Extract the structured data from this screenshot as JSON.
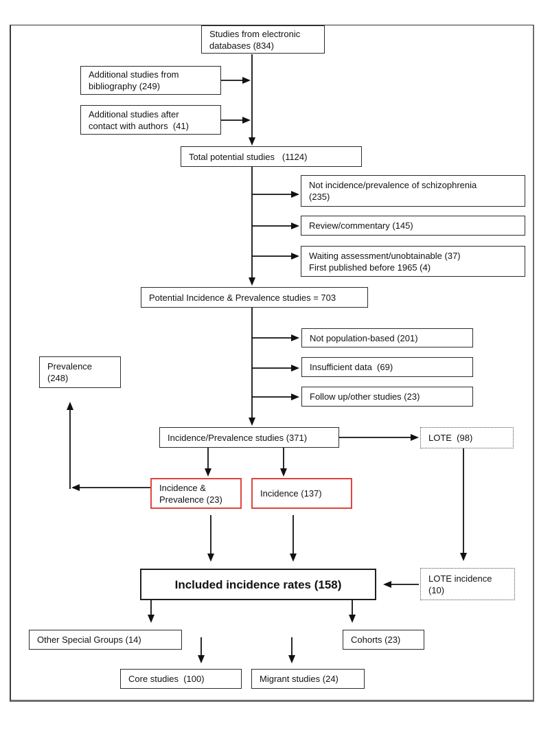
{
  "diagram": {
    "type": "flowchart",
    "topic": "Study selection flow for incidence and prevalence studies of schizophrenia",
    "colors": {
      "box_border": "#2b2b2b",
      "highlight_red": "#e0433e",
      "arrow": "#111111",
      "background": "#ffffff"
    },
    "nodes": {
      "studies_electronic": {
        "label": "Studies from electronic\ndatabases (834)"
      },
      "additional_bibliography": {
        "label": "Additional studies from\nbibliography (249)"
      },
      "additional_authors": {
        "label": "Additional studies after\ncontact with authors  (41)"
      },
      "total_potential": {
        "label": "Total potential studies   (1124)"
      },
      "not_incidence_prevalence": {
        "label": "Not incidence/prevalence of schizophrenia\n(235)"
      },
      "review_commentary": {
        "label": "Review/commentary (145)"
      },
      "waiting_assessment": {
        "label": "Waiting assessment/unobtainable (37)\nFirst published before 1965 (4)"
      },
      "potential_ip_703": {
        "label": "Potential Incidence & Prevalence studies = 703"
      },
      "not_population_based": {
        "label": "Not population-based (201)"
      },
      "insufficient_data": {
        "label": "Insufficient data  (69)"
      },
      "follow_up_other": {
        "label": "Follow up/other studies (23)"
      },
      "prevalence_248": {
        "label": "Prevalence\n(248)"
      },
      "ip_studies_371": {
        "label": "Incidence/Prevalence studies (371)"
      },
      "lote_98": {
        "label": "LOTE  (98)"
      },
      "incidence_and_prevalence_23": {
        "label": "Incidence &\nPrevalence (23)"
      },
      "incidence_137": {
        "label": "Incidence (137)"
      },
      "included_158": {
        "label": "Included incidence rates (158)"
      },
      "lote_incidence_10": {
        "label": "LOTE incidence\n(10)"
      },
      "other_special_groups_14": {
        "label": "Other Special Groups (14)"
      },
      "cohorts_23": {
        "label": "Cohorts (23)"
      },
      "core_studies_100": {
        "label": "Core studies  (100)"
      },
      "migrant_studies_24": {
        "label": "Migrant studies (24)"
      }
    }
  }
}
